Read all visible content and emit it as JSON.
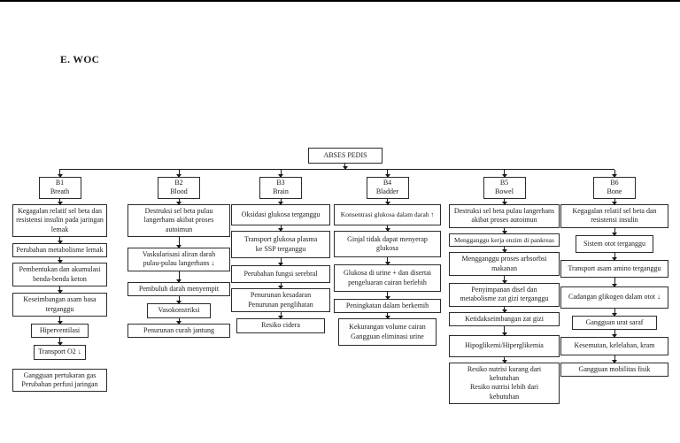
{
  "page": {
    "heading": "E. WOC"
  },
  "diagram": {
    "root_label": "ABSES PEDIS",
    "columns": [
      {
        "head": "B1\nBreath",
        "boxes": [
          "Kegagalan relatif sel beta dan\nresistensi insulin pada jaringan\nlemak",
          "Perubahan metabolisme lemak",
          "Pembentukan dan akumulasi\nbenda-benda keton",
          "Keseimbangan asam basa\nterganggu",
          "Hiperventilasi",
          "Transport O2 ↓",
          "Gangguan pertukaran gas\nPerubahan perfusi jaringan"
        ]
      },
      {
        "head": "B2\nBlood",
        "boxes": [
          "Destruksi sel beta pulau\nlangerhans akibat proses\nautoimun",
          "Vaskularisasi aliran darah\npulau-pulau langerhans ↓",
          "Pembuluh darah menyempit",
          "Vasokonstriksi",
          "Penurunan curah jantung"
        ]
      },
      {
        "head": "B3\nBrain",
        "boxes": [
          "Oksidasi glukosa terganggu",
          "Transport glukosa plasma\nke SSP terganggu",
          "Perubahan fungsi serebral",
          "Penurunan kesadaran\nPenurunan penglihatan",
          "Resiko cidera"
        ]
      },
      {
        "head": "B4\nBladder",
        "boxes": [
          "Konsentrasi glukosa dalam darah ↑",
          "Ginjal tidak dapat menyerap\nglukosa",
          "Glukosa di urine + dan disertai\npengeluaran cairan berlebih",
          "Peningkatan dalam berkemih",
          "Kekurangan volume cairan\nGangguan eliminasi urine"
        ]
      },
      {
        "head": "B5\nBowel",
        "boxes": [
          "Destruksi sel beta pulau langerhans\nakibat proses autoimun",
          "Mengganggu kerja enzim di pankreas",
          "Mengganggu proses arbsorbsi\nmakanan",
          "Penyimpanan disel dan\nmetabolisme zat gizi terganggu",
          "Ketidakseimbangan zat gizi",
          "Hipoglikemi/Hiperglikemia",
          "Resiko nutrisi kurang dari\nkebutuhan\nResiko nutrisi lebih dari\nkebutuhan"
        ]
      },
      {
        "head": "B6\nBone",
        "boxes": [
          "Kegagalan relatif sel beta dan\nresistensi insulin",
          "Sistem otot terganggu",
          "Transport asam amino terganggu",
          "Cadangan glikogen dalam otot ↓",
          "Gangguan urat saraf",
          "Kesemutan, kelelahan, kram",
          "Gangguan mobilitas fisik"
        ]
      }
    ]
  },
  "colors": {
    "ink": "#1a1a1a",
    "background": "#ffffff"
  }
}
